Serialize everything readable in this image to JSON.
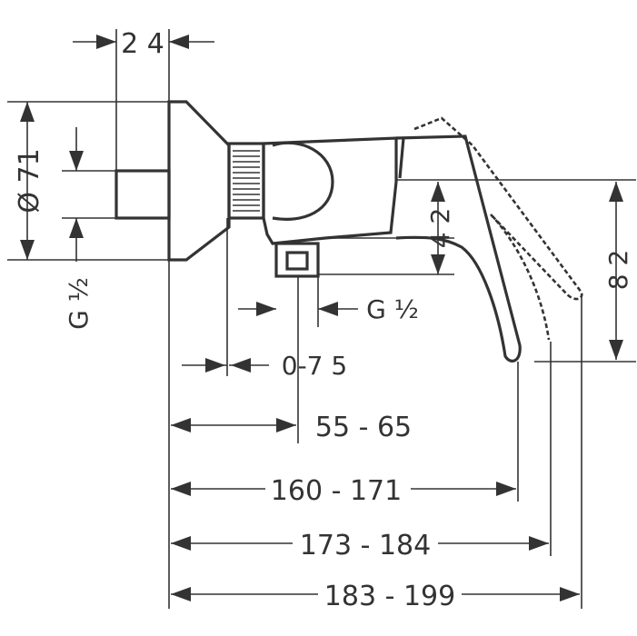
{
  "dimensions": {
    "top_width": "2 4",
    "diameter": "Ø 71",
    "thread_left": "G ½",
    "thread_bottom": "G ½",
    "height_inner": "4 2",
    "height_outer": "8 2",
    "offset": "0-7 5",
    "depth": "55 - 65",
    "length_1": "160 - 171",
    "length_2": "173 - 184",
    "length_3": "183 - 199"
  }
}
